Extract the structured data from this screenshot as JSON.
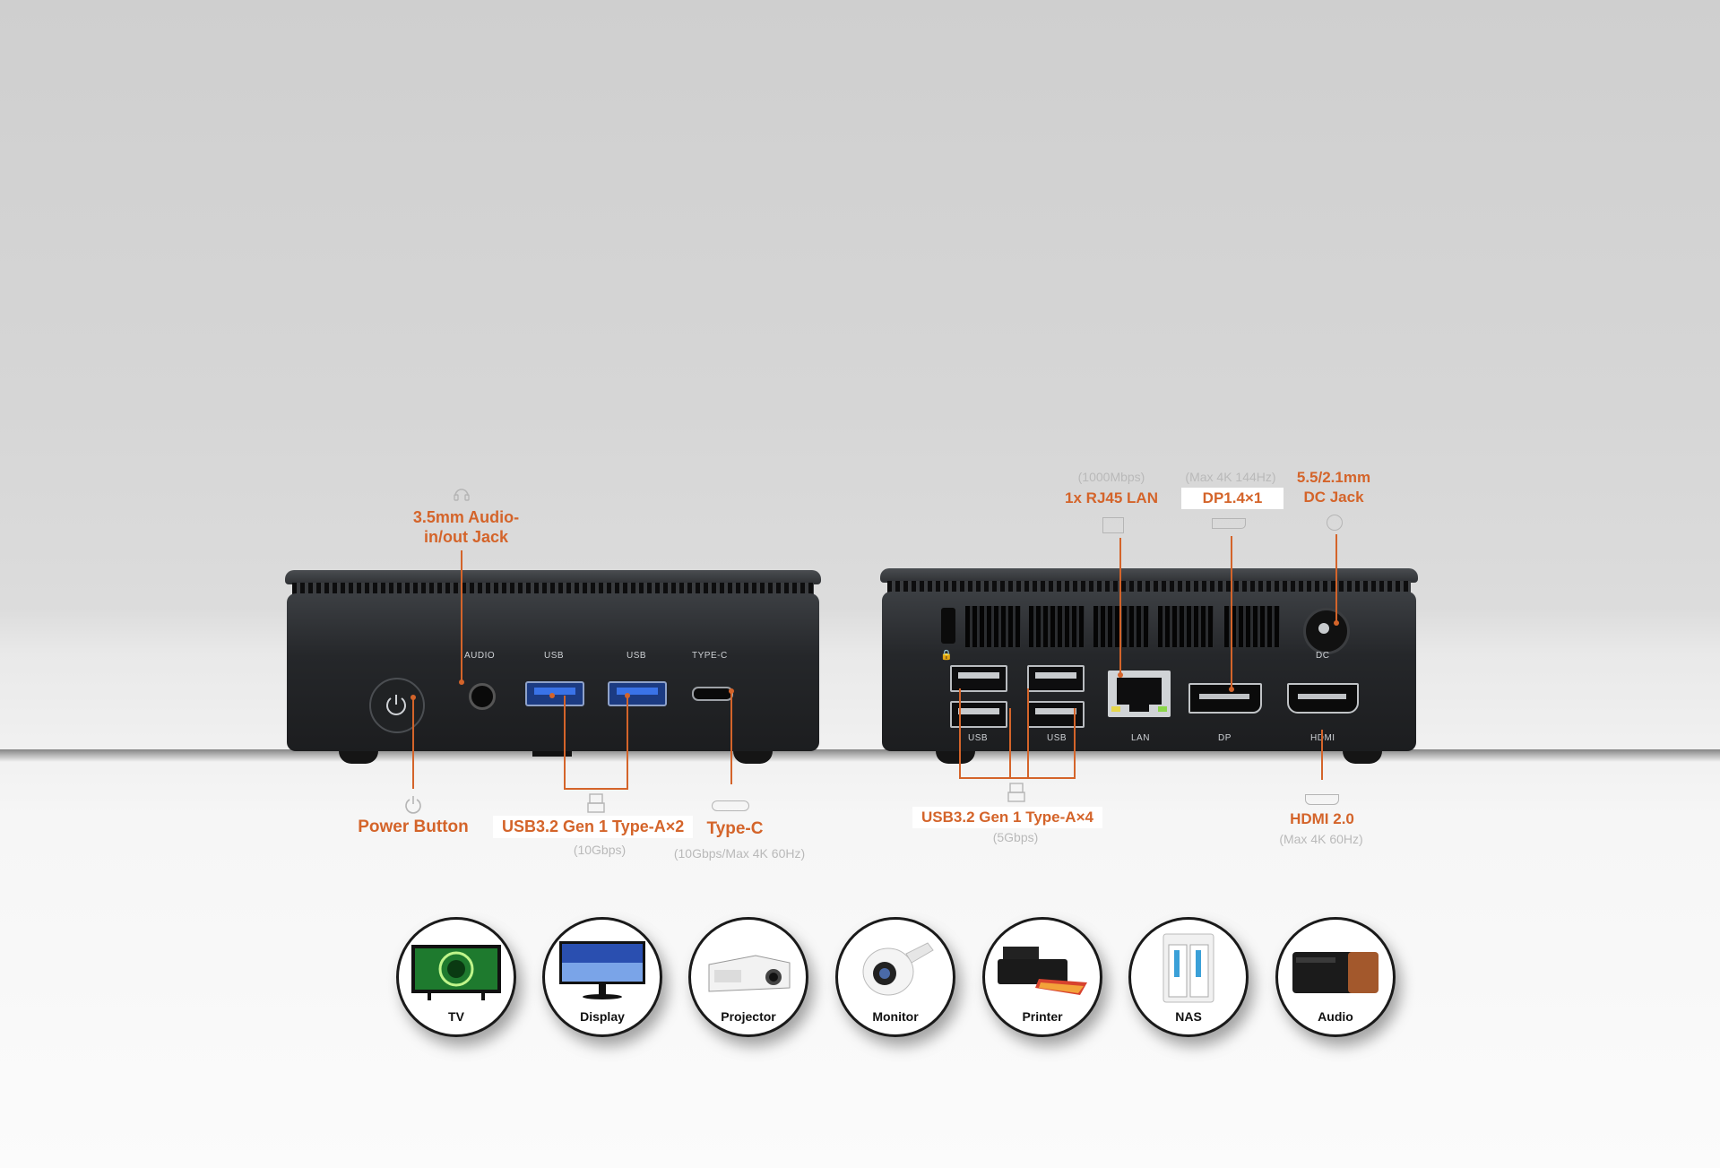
{
  "front": {
    "port_labels": {
      "audio": "AUDIO",
      "usb1": "USB",
      "usb2": "USB",
      "typec": "TYPE-C"
    },
    "callouts": {
      "audio_jack_line1": "3.5mm Audio-",
      "audio_jack_line2": "in/out Jack",
      "power": "Power Button",
      "usb": "USB3.2 Gen 1 Type-A×2",
      "usb_sub": "(10Gbps)",
      "typec": "Type-C",
      "typec_sub": "(10Gbps/Max 4K 60Hz)"
    }
  },
  "rear": {
    "port_labels": {
      "usb1": "USB",
      "usb2": "USB",
      "lan": "LAN",
      "dp": "DP",
      "hdmi": "HDMI",
      "dc": "DC"
    },
    "callouts": {
      "lan_sub": "(1000Mbps)",
      "lan": "1x RJ45 LAN",
      "dp_sub": "(Max 4K 144Hz)",
      "dp": "DP1.4×1",
      "dc_line1": "5.5/2.1mm",
      "dc_line2": "DC Jack",
      "usb": "USB3.2 Gen 1 Type-A×4",
      "usb_sub": "(5Gbps)",
      "hdmi": "HDMI 2.0",
      "hdmi_sub": "(Max 4K 60Hz)"
    }
  },
  "applications": [
    {
      "label": "TV",
      "icon": "tv-icon"
    },
    {
      "label": "Display",
      "icon": "display-icon"
    },
    {
      "label": "Projector",
      "icon": "projector-icon"
    },
    {
      "label": "Monitor",
      "icon": "camera-icon"
    },
    {
      "label": "Printer",
      "icon": "printer-icon"
    },
    {
      "label": "NAS",
      "icon": "nas-icon"
    },
    {
      "label": "Audio",
      "icon": "speaker-icon"
    }
  ],
  "colors": {
    "accent": "#d4642a",
    "device": "#1c1d1f",
    "usb_blue": "#3a73e8"
  }
}
